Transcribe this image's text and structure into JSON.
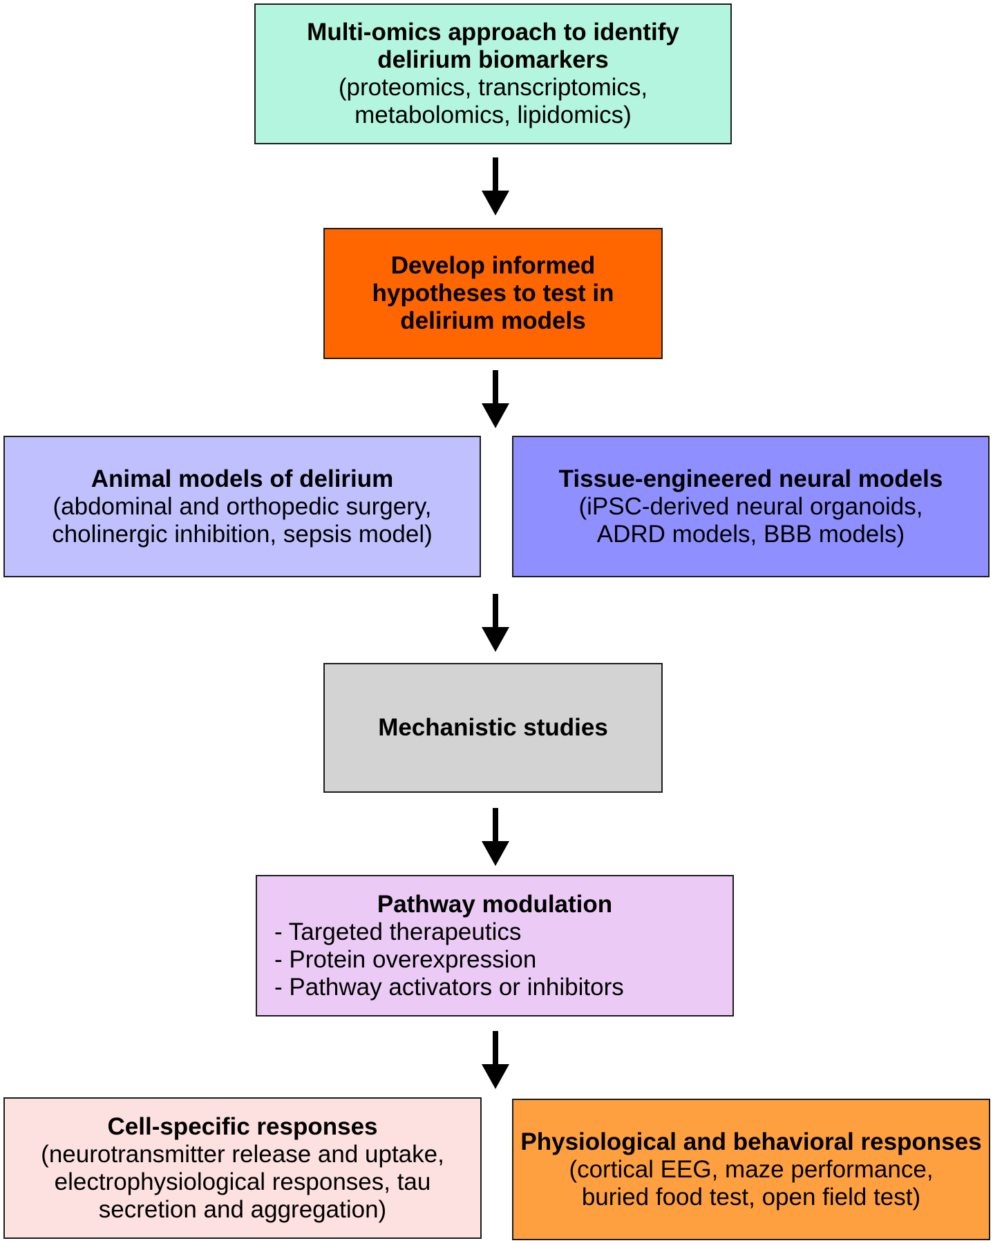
{
  "colors": {
    "multiomics": "#b3f5df",
    "hypotheses": "#ff6600",
    "animal": "#c0c0ff",
    "tissue": "#8f8fff",
    "mechanistic": "#d3d3d3",
    "pathway": "#ebcbf5",
    "cell": "#fde0e0",
    "physio": "#ffa040",
    "arrow": "#000000"
  },
  "boxes": {
    "multiomics": {
      "title_1": "Multi-omics approach to identify",
      "title_2": "delirium biomarkers",
      "line_1": "(proteomics, transcriptomics,",
      "line_2": "metabolomics, lipidomics)"
    },
    "hypotheses": {
      "title_1": "Develop informed",
      "title_2": "hypotheses to test in",
      "title_3": "delirium models"
    },
    "animal": {
      "title": "Animal models of delirium",
      "line_1": "(abdominal and orthopedic surgery,",
      "line_2": "cholinergic inhibition, sepsis model)"
    },
    "tissue": {
      "title": "Tissue-engineered neural models",
      "line_1": "(iPSC-derived neural organoids,",
      "line_2": "ADRD models, BBB models)"
    },
    "mechanistic": {
      "title": "Mechanistic studies"
    },
    "pathway": {
      "title": "Pathway modulation",
      "items": [
        "- Targeted therapeutics",
        "- Protein overexpression",
        "- Pathway activators or inhibitors"
      ]
    },
    "cell": {
      "title": "Cell-specific responses",
      "line_1": "(neurotransmitter release and uptake,",
      "line_2": "electrophysiological responses, tau",
      "line_3": "secretion and aggregation)"
    },
    "physio": {
      "title": "Physiological and behavioral responses",
      "line_1": "(cortical EEG, maze performance,",
      "line_2": "buried food test, open field test)"
    }
  }
}
